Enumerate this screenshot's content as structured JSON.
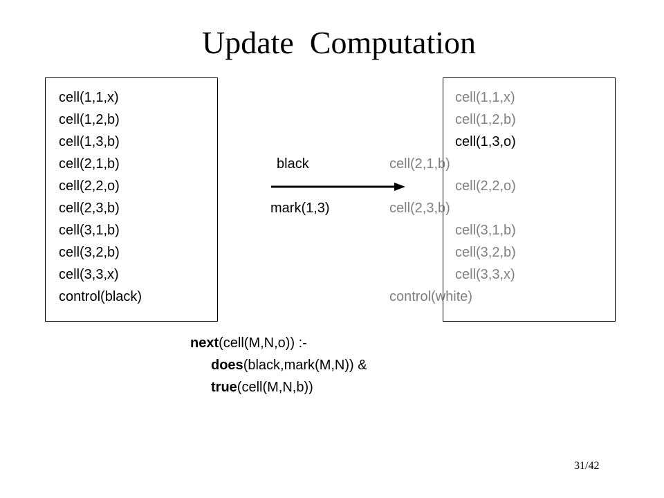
{
  "title": "Update  Computation",
  "left_state": [
    "cell(1,1,x)",
    "cell(1,2,b)",
    "cell(1,3,b)",
    "cell(2,1,b)",
    "cell(2,2,o)",
    "cell(2,3,b)",
    "cell(3,1,b)",
    "cell(3,2,b)",
    "cell(3,3,x)",
    "control(black)"
  ],
  "action": {
    "role": "black",
    "move": "mark(1,3)"
  },
  "right_state": [
    "cell(1,1,x)",
    "cell(1,2,b)",
    "cell(1,3,o)",
    "cell(2,1,b)",
    "cell(2,2,o)",
    "cell(2,3,b)",
    "cell(3,1,b)",
    "cell(3,2,b)",
    "cell(3,3,x)",
    "control(white)"
  ],
  "rule": {
    "line1_keyword": "next",
    "line1_rest": "(cell(M,N,o)) :-",
    "line2_keyword": "does",
    "line2_rest": "(black,mark(M,N)) &",
    "line3_keyword": "true",
    "line3_rest": "(cell(M,N,b))"
  },
  "page_number": "31/42",
  "colors": {
    "unchanged_text": "#808080",
    "changed_text": "#000000"
  }
}
